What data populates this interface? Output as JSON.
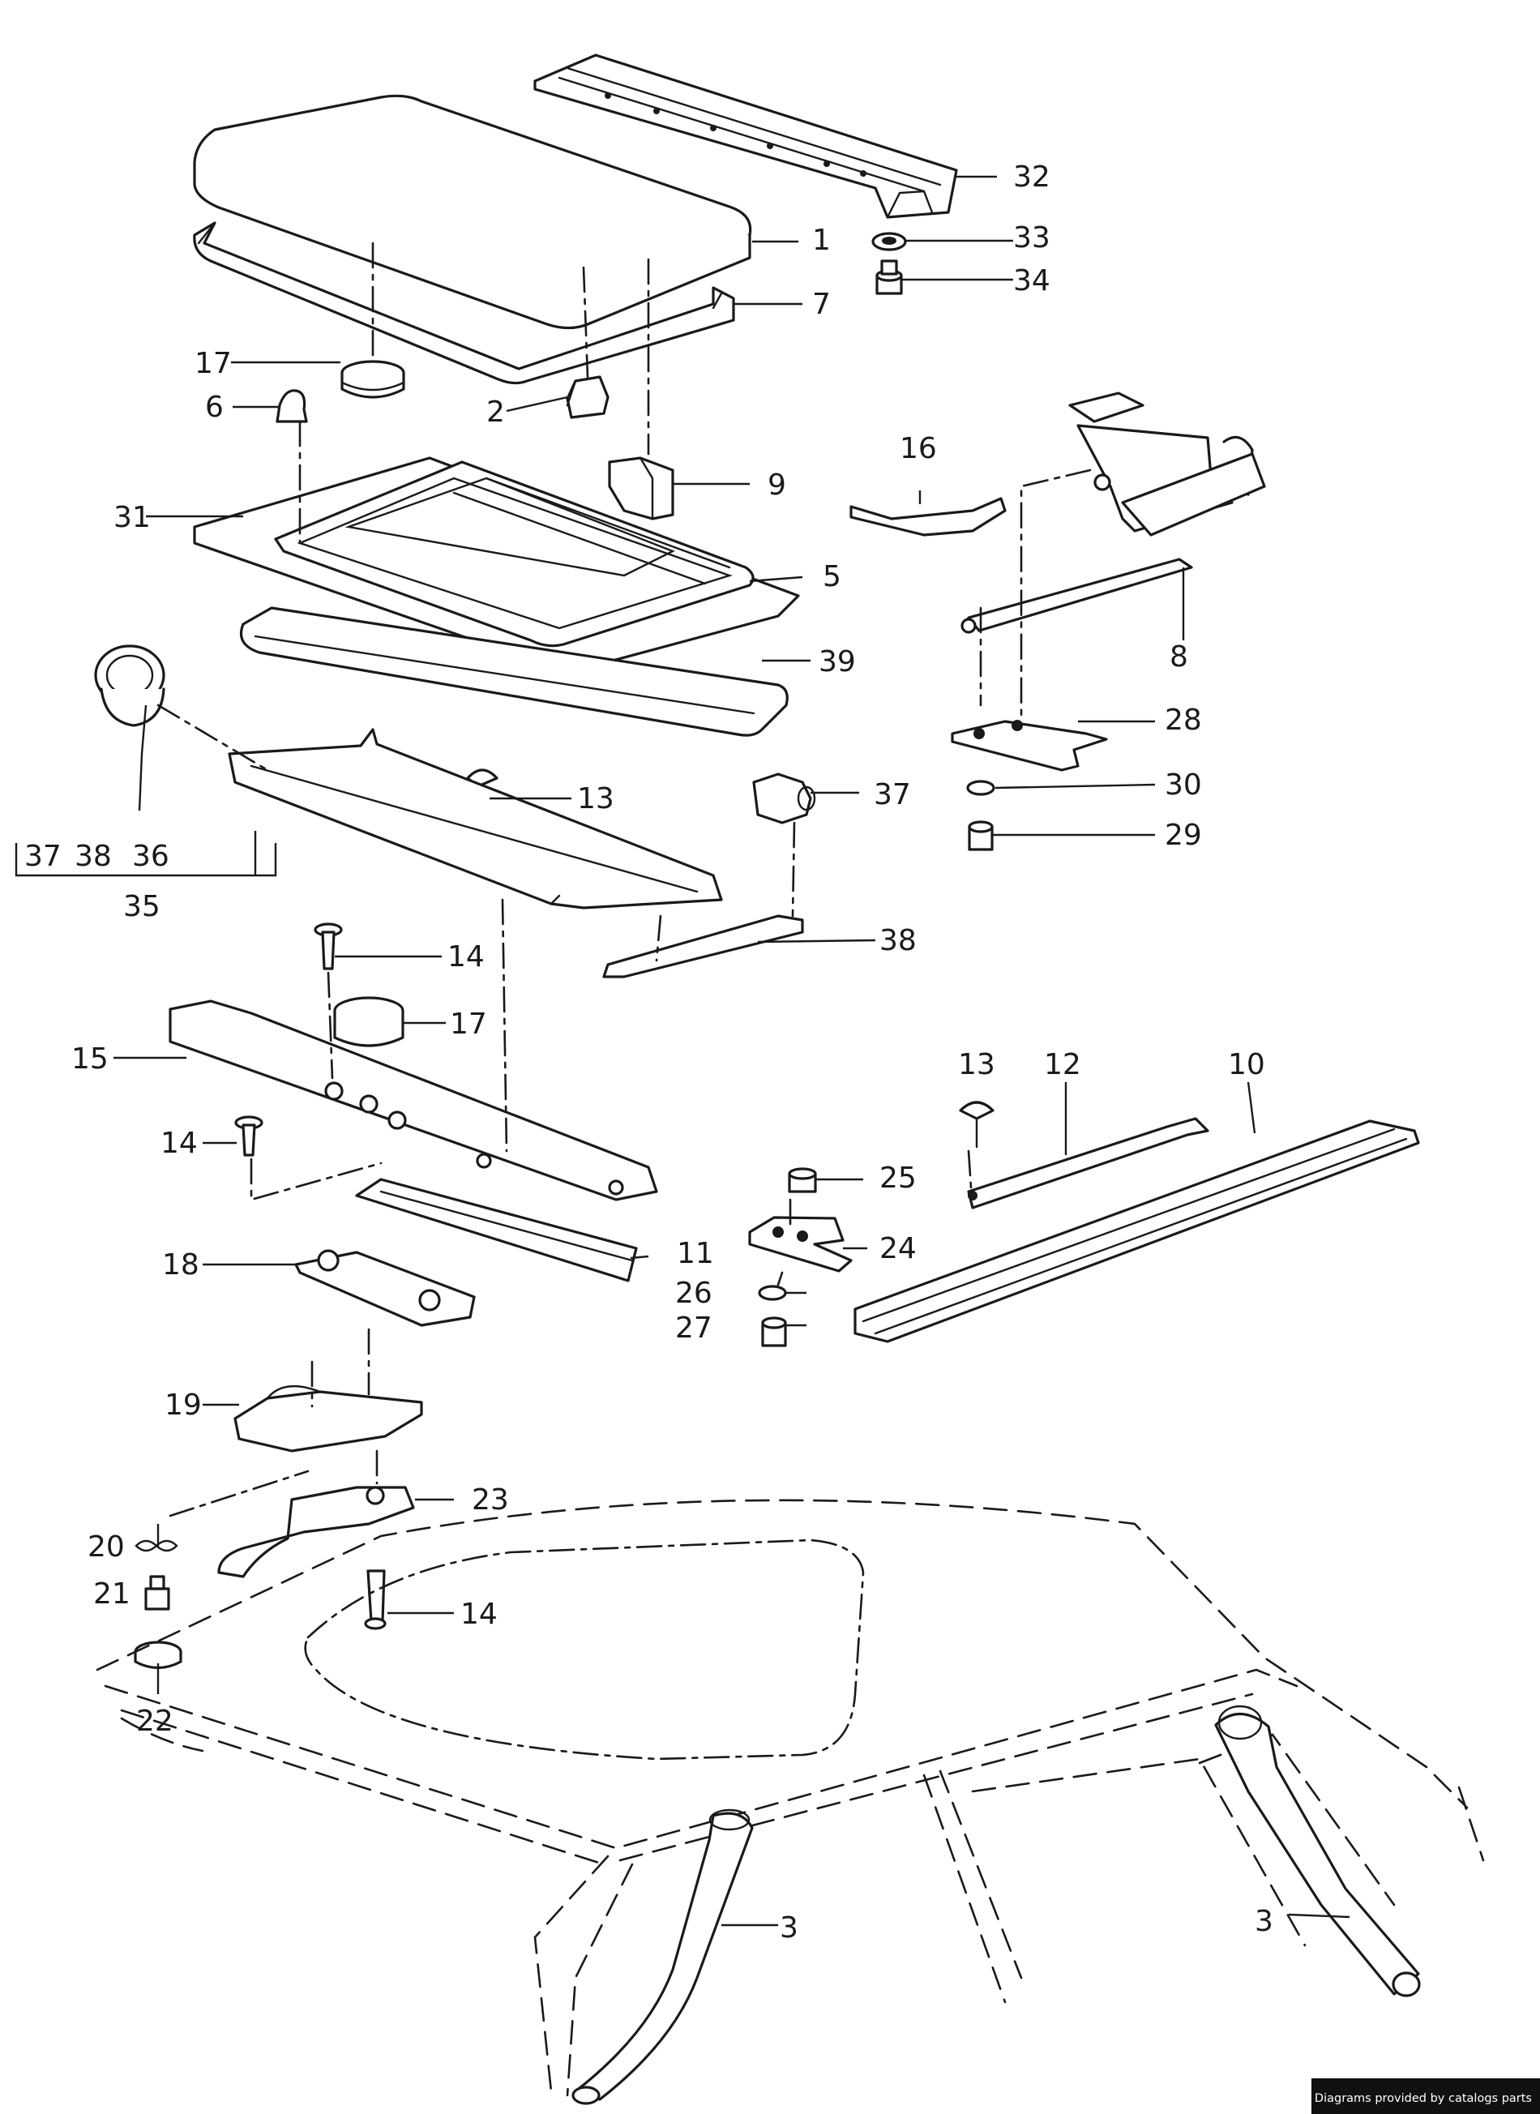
{
  "callouts": [
    {
      "id": "c1",
      "text": "1"
    },
    {
      "id": "c2",
      "text": "2"
    },
    {
      "id": "c3a",
      "text": "3"
    },
    {
      "id": "c3b",
      "text": "3"
    },
    {
      "id": "c5",
      "text": "5"
    },
    {
      "id": "c6",
      "text": "6"
    },
    {
      "id": "c7",
      "text": "7"
    },
    {
      "id": "c8",
      "text": "8"
    },
    {
      "id": "c9",
      "text": "9"
    },
    {
      "id": "c10",
      "text": "10"
    },
    {
      "id": "c11",
      "text": "11"
    },
    {
      "id": "c12",
      "text": "12"
    },
    {
      "id": "c13a",
      "text": "13"
    },
    {
      "id": "c13b",
      "text": "13"
    },
    {
      "id": "c14a",
      "text": "14"
    },
    {
      "id": "c14b",
      "text": "14"
    },
    {
      "id": "c14c",
      "text": "14"
    },
    {
      "id": "c15",
      "text": "15"
    },
    {
      "id": "c16",
      "text": "16"
    },
    {
      "id": "c17a",
      "text": "17"
    },
    {
      "id": "c17b",
      "text": "17"
    },
    {
      "id": "c18",
      "text": "18"
    },
    {
      "id": "c19",
      "text": "19"
    },
    {
      "id": "c20",
      "text": "20"
    },
    {
      "id": "c21",
      "text": "21"
    },
    {
      "id": "c22",
      "text": "22"
    },
    {
      "id": "c23",
      "text": "23"
    },
    {
      "id": "c24",
      "text": "24"
    },
    {
      "id": "c25",
      "text": "25"
    },
    {
      "id": "c26",
      "text": "26"
    },
    {
      "id": "c27",
      "text": "27"
    },
    {
      "id": "c28",
      "text": "28"
    },
    {
      "id": "c29",
      "text": "29"
    },
    {
      "id": "c30",
      "text": "30"
    },
    {
      "id": "c31",
      "text": "31"
    },
    {
      "id": "c32",
      "text": "32"
    },
    {
      "id": "c33",
      "text": "33"
    },
    {
      "id": "c34",
      "text": "34"
    },
    {
      "id": "c35",
      "text": "35"
    },
    {
      "id": "c36a",
      "text": "36"
    },
    {
      "id": "c36b",
      "text": "36"
    },
    {
      "id": "c37a",
      "text": "37"
    },
    {
      "id": "c37b",
      "text": "37"
    },
    {
      "id": "c38a",
      "text": "38"
    },
    {
      "id": "c38b",
      "text": "38"
    },
    {
      "id": "c39",
      "text": "39"
    }
  ],
  "footer": {
    "credit": "Diagrams provided by catalogs parts"
  }
}
